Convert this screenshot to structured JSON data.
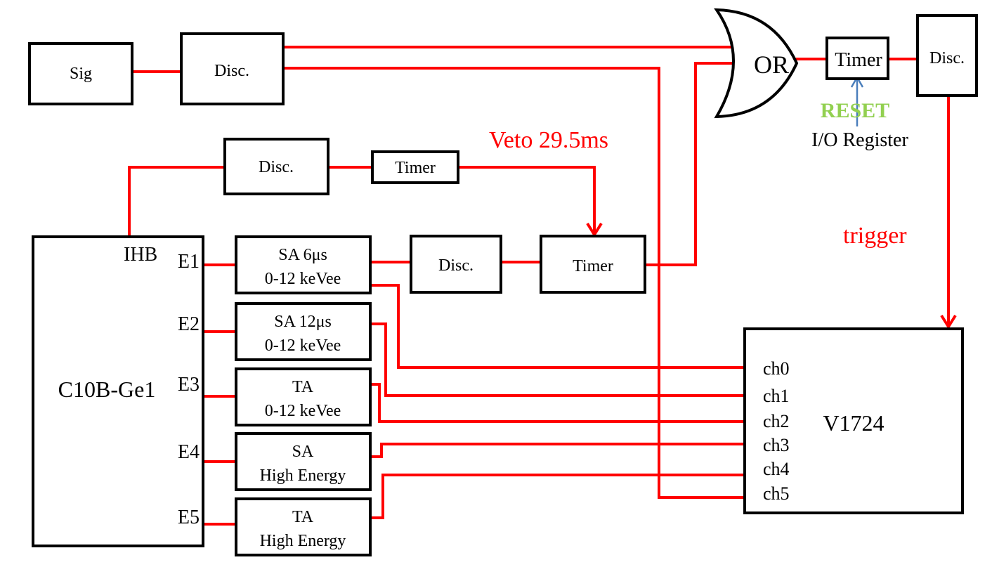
{
  "colors": {
    "wire": "#ff0000",
    "reset": "#92d050",
    "arrow_blue": "#4a7ebb",
    "box": "#000000"
  },
  "modules": {
    "sig": "Sig",
    "disc_top": "Disc.",
    "disc_veto": "Disc.",
    "timer_veto": "Timer",
    "or_gate": "OR",
    "timer_or": "Timer",
    "disc_out": "Disc.",
    "disc_mid": "Disc.",
    "timer_mid": "Timer",
    "detector": "C10B-Ge1",
    "digitizer": "V1724"
  },
  "detector_ports": [
    "IHB",
    "E1",
    "E2",
    "E3",
    "E4",
    "E5"
  ],
  "amplifiers": [
    {
      "line1": "SA 6μs",
      "line2": "0-12 keVee"
    },
    {
      "line1": "SA 12μs",
      "line2": "0-12 keVee"
    },
    {
      "line1": "TA",
      "line2": "0-12 keVee"
    },
    {
      "line1": "SA",
      "line2": "High Energy"
    },
    {
      "line1": "TA",
      "line2": "High Energy"
    }
  ],
  "channels": [
    "ch0",
    "ch1",
    "ch2",
    "ch3",
    "ch4",
    "ch5"
  ],
  "annotations": {
    "veto": "Veto 29.5ms",
    "reset": "RESET",
    "io_register": "I/O Register",
    "trigger": "trigger"
  }
}
